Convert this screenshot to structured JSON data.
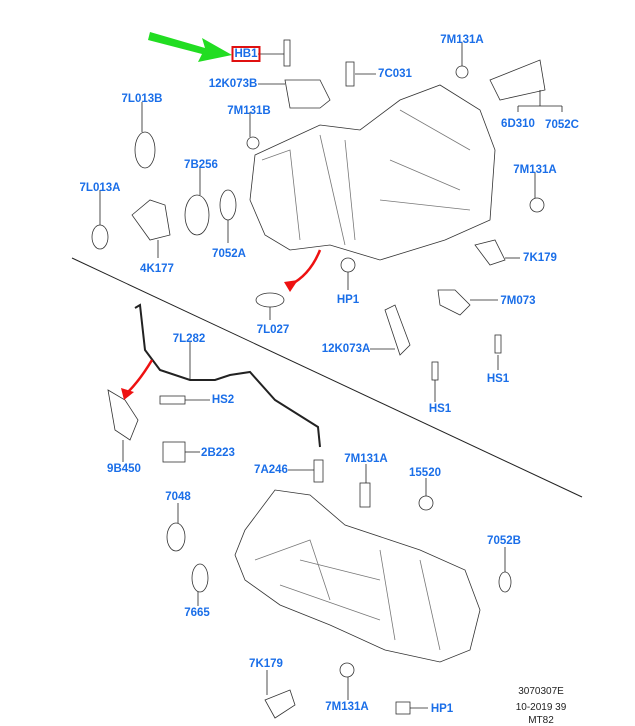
{
  "callouts": [
    "HB1",
    "12K073B",
    "7C031",
    "7M131A",
    "7L013B",
    "7M131B",
    "6D310",
    "7052C",
    "7B256",
    "7M131A",
    "7L013A",
    "7052A",
    "4K177",
    "7K179",
    "HP1",
    "7M073",
    "7L027",
    "7L282",
    "12K073A",
    "HS1",
    "HS1",
    "HS2",
    "9B450",
    "2B223",
    "7A246",
    "7M131A",
    "15520",
    "7048",
    "7052B",
    "7665",
    "7K179",
    "7M131A",
    "HP1"
  ],
  "highlighted_callout": "HB1",
  "footer": {
    "code": "3070307E",
    "date": "10-2019 39",
    "model": "MT82"
  },
  "colors": {
    "callout": "#1a6ee8",
    "highlight_box": "#e01010",
    "pointer_arrow": "#22dd22",
    "red_arrow": "#ee1111"
  }
}
